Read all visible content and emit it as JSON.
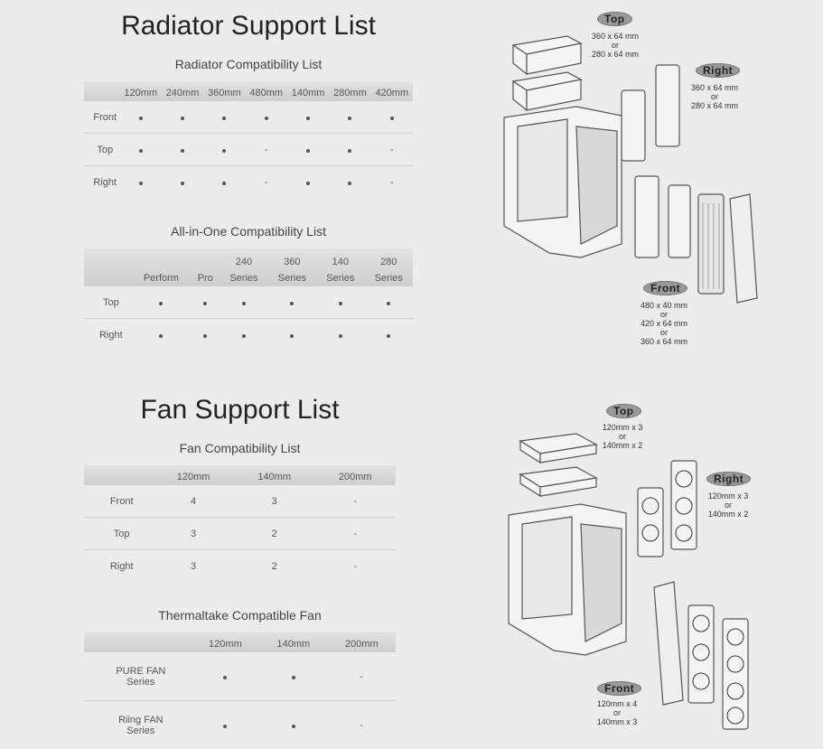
{
  "radiator": {
    "title": "Radiator Support List",
    "compat_title": "Radiator Compatibility List",
    "headers": [
      "",
      "120mm",
      "240mm",
      "360mm",
      "480mm",
      "140mm",
      "280mm",
      "420mm"
    ],
    "rows": [
      {
        "label": "Front",
        "cells": [
          "dot",
          "dot",
          "dot",
          "dot",
          "dot",
          "dot",
          "dot"
        ]
      },
      {
        "label": "Top",
        "cells": [
          "dot",
          "dot",
          "dot",
          "-",
          "dot",
          "dot",
          "-"
        ]
      },
      {
        "label": "Right",
        "cells": [
          "dot",
          "dot",
          "dot",
          "-",
          "dot",
          "dot",
          "-"
        ]
      }
    ],
    "aio_title": "All-in-One Compatibility List",
    "aio_headers": [
      "",
      "Perform",
      "Pro",
      "240\nSeries",
      "360\nSeries",
      "140\nSeries",
      "280\nSeries"
    ],
    "aio_rows": [
      {
        "label": "Top",
        "cells": [
          "dot",
          "dot",
          "dot",
          "dot",
          "dot",
          "dot"
        ]
      },
      {
        "label": "Right",
        "cells": [
          "dot",
          "dot",
          "dot",
          "dot",
          "dot",
          "dot"
        ]
      }
    ],
    "callouts": {
      "top": {
        "badge": "Top",
        "spec": "360 x 64 mm\nor\n280 x 64 mm"
      },
      "right": {
        "badge": "Right",
        "spec": "360 x 64 mm\nor\n280 x 64 mm"
      },
      "front": {
        "badge": "Front",
        "spec": "480 x 40 mm\nor\n420 x 64 mm\nor\n360 x 64 mm"
      }
    }
  },
  "fan": {
    "title": "Fan Support List",
    "compat_title": "Fan Compatibility List",
    "headers": [
      "",
      "120mm",
      "140mm",
      "200mm"
    ],
    "rows": [
      {
        "label": "Front",
        "cells": [
          "4",
          "3",
          "-"
        ]
      },
      {
        "label": "Top",
        "cells": [
          "3",
          "2",
          "-"
        ]
      },
      {
        "label": "Right",
        "cells": [
          "3",
          "2",
          "-"
        ]
      }
    ],
    "tt_title": "Thermaltake Compatible Fan",
    "tt_headers": [
      "",
      "120mm",
      "140mm",
      "200mm"
    ],
    "tt_rows": [
      {
        "label": "PURE FAN\nSeries",
        "cells": [
          "dot",
          "dot",
          "-"
        ]
      },
      {
        "label": "Riing FAN\nSeries",
        "cells": [
          "dot",
          "dot",
          "-"
        ]
      }
    ],
    "callouts": {
      "top": {
        "badge": "Top",
        "spec": "120mm x 3\nor\n140mm x 2"
      },
      "right": {
        "badge": "Right",
        "spec": "120mm x 3\nor\n140mm x 2"
      },
      "front": {
        "badge": "Front",
        "spec": "120mm x 4\nor\n140mm x 3"
      }
    }
  }
}
